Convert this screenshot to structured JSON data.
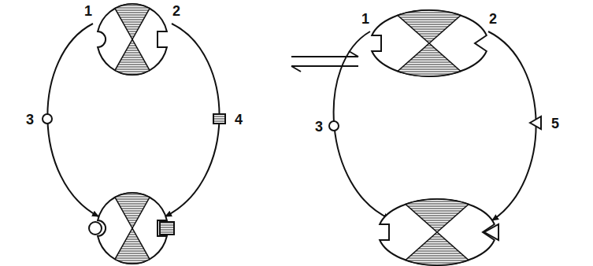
{
  "diagram": {
    "labels": [
      "1",
      "2",
      "3",
      "4",
      "1",
      "2",
      "3",
      "5"
    ]
  }
}
